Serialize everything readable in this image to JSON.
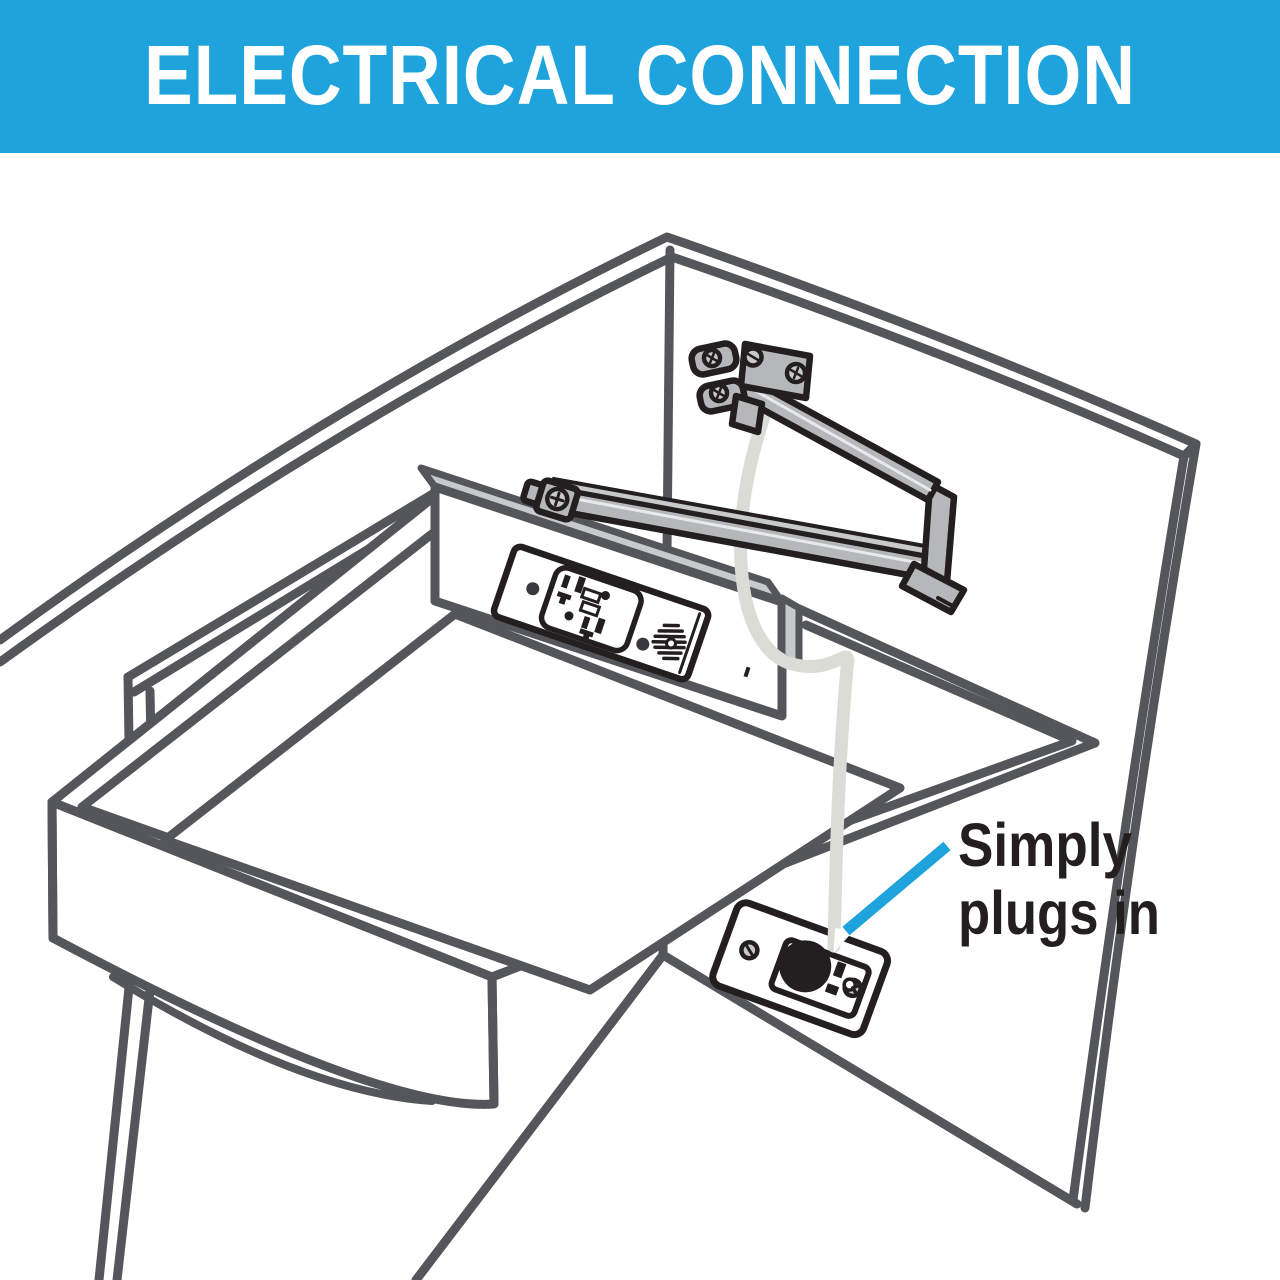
{
  "header": {
    "title": "ELECTRICAL CONNECTION"
  },
  "annotation": {
    "lines": [
      "Simply",
      "plugs in"
    ]
  },
  "colors": {
    "accent": "#1FA3DC",
    "line": "#54565B",
    "ink": "#231F20",
    "metal": "#B5B7B9",
    "metal_light": "#C8C9CB",
    "metal_shine": "#E8E9EA",
    "cord": "#DBDCD6",
    "paper": "#FFFFFF",
    "title_fg": "#FFFFFF",
    "screw_dark": "#3A3A3C"
  },
  "diagram": {
    "parts": [
      "cabinet",
      "drawer",
      "in-drawer-outlet-module",
      "gfci-receptacle",
      "speaker-vent",
      "mounting-bracket",
      "articulating-arm",
      "power-cord",
      "wall-outlet",
      "power-plug"
    ]
  }
}
